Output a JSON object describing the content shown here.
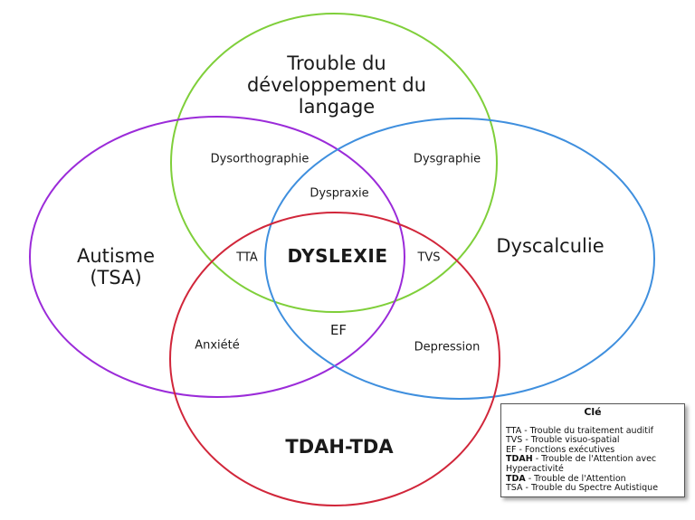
{
  "circles": {
    "language": {
      "label": "Trouble du\ndéveloppement du\nlangage",
      "color": "#7fcf3a"
    },
    "autism": {
      "label": "Autisme\n(TSA)",
      "color": "#9b2bd9"
    },
    "dyscalculia": {
      "label": "Dyscalculie",
      "color": "#3f8fde"
    },
    "adhd": {
      "label": "TDAH-TDA",
      "color": "#d1263a"
    }
  },
  "overlaps": {
    "dysorthographie": "Dysorthographie",
    "dysgraphie": "Dysgraphie",
    "dyspraxie": "Dyspraxie",
    "tta": "TTA",
    "dyslexie": "DYSLEXIE",
    "tvs": "TVS",
    "ef": "EF",
    "anxiete": "Anxiété",
    "depression": "Depression"
  },
  "legend": {
    "title": "Clé",
    "entries": [
      {
        "abbr": "TTA",
        "text": " - Trouble du traitement auditif",
        "bold": false
      },
      {
        "abbr": "TVS",
        "text": " - Trouble visuo-spatial",
        "bold": false
      },
      {
        "abbr": "EF",
        "text": " - Fonctions exécutives",
        "bold": false
      },
      {
        "abbr": "TDAH",
        "text": " - Trouble de l'Attention avec Hyperactivité",
        "bold": true
      },
      {
        "abbr": "TDA",
        "text": " - Trouble de l'Attention",
        "bold": true
      },
      {
        "abbr": "TSA",
        "text": " - Trouble du Spectre Autistique",
        "bold": false
      }
    ]
  }
}
